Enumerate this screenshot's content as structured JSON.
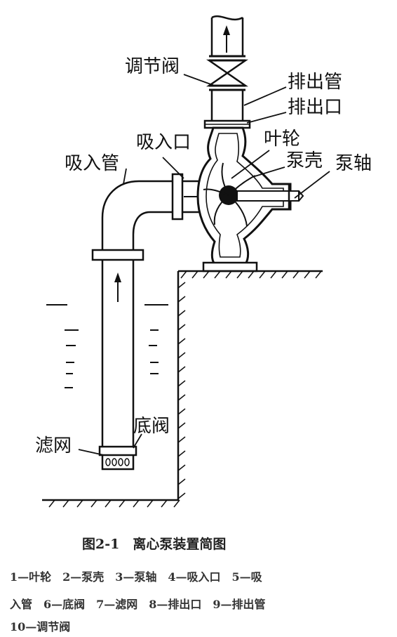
{
  "labels": {
    "regulating_valve": "调节阀",
    "discharge_pipe": "排出管",
    "discharge_outlet": "排出口",
    "suction_inlet": "吸入口",
    "impeller": "叶轮",
    "suction_pipe": "吸入管",
    "pump_casing": "泵壳",
    "pump_shaft": "泵轴",
    "bottom_valve": "底阀",
    "filter_screen": "滤网"
  },
  "caption": "图2-1　离心泵装置简图",
  "legend": {
    "line1": "1—叶轮　2—泵壳　3—泵轴　4—吸入口　5—吸",
    "line2": "入管　6—底阀　7—滤网　8—排出口　9—排出管",
    "line3": "10—调节阀"
  }
}
